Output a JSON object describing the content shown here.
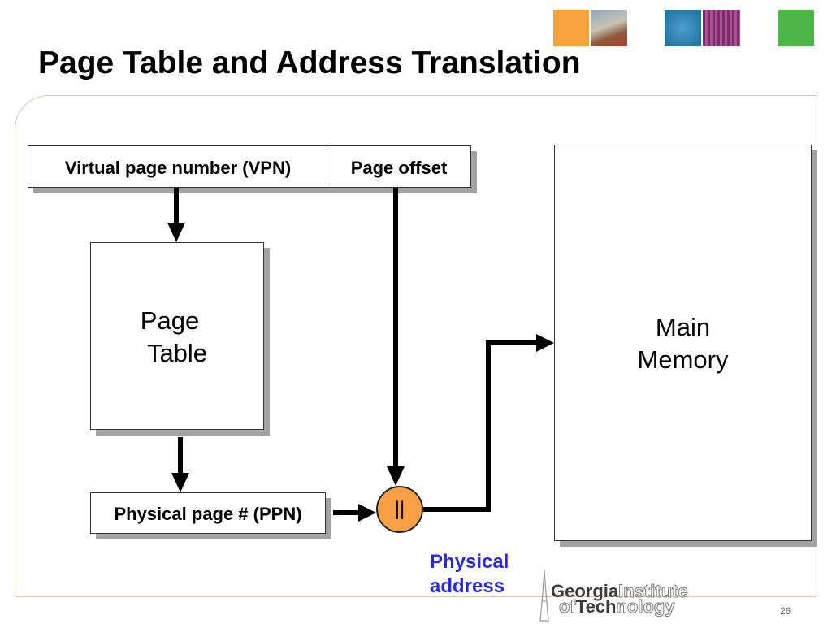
{
  "slide": {
    "title": "Page Table and Address Translation",
    "page_number": "26"
  },
  "diagram": {
    "vpn_label": "Virtual page number (VPN)",
    "offset_label": "Page offset",
    "page_table_line1": "Page",
    "page_table_line2": "Table",
    "ppn_label": "Physical page # (PPN)",
    "concat_symbol": "||",
    "memory_line1": "Main",
    "memory_line2": "Memory",
    "physical_line1": "Physical",
    "physical_line2": "address"
  },
  "logo": {
    "word1": "Georgia",
    "word2": "Institute",
    "word3": "of",
    "word4": "Tech",
    "word5": "nology"
  },
  "colors": {
    "concat_fill": "#f8a046",
    "physical_label": "#2a2ad8",
    "box_shadow": "#a3a3a3",
    "deco_orange": "#f7a33d",
    "deco_blue": "#2a7fb8",
    "deco_green": "#4cb648"
  }
}
